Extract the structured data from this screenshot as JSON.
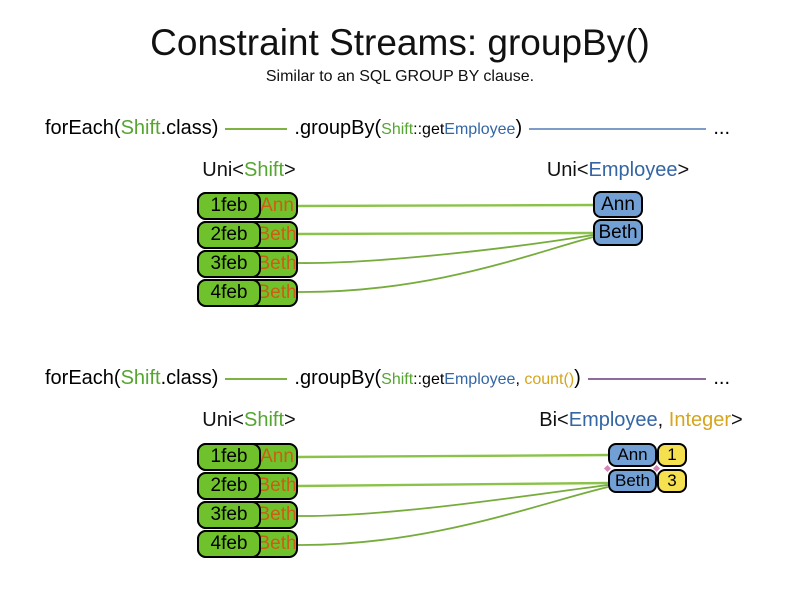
{
  "title": "Constraint Streams: groupBy()",
  "subtitle": "Similar to an SQL GROUP BY clause.",
  "colors": {
    "green_text": "#55A630",
    "blue_text": "#3465A4",
    "orange_text": "#CC5E14",
    "gold_text": "#D6A51C",
    "box_green": "#6FC22B",
    "box_blue": "#72A0D4",
    "box_yellow": "#F5E050",
    "line_green": "#7CB342",
    "line_blue": "#7E9CC9",
    "line_purple": "#8E6A9D"
  },
  "d1": {
    "code": {
      "fe_pre": "forEach(",
      "fe_cls": "Shift",
      "fe_post": ".class)",
      "gb": ".groupBy(",
      "a1_cls": "Shift",
      "a1_get": "::get",
      "a1_typ": "Employee",
      "close": ")",
      "dots": "..."
    },
    "label_left": {
      "pre": "Uni<",
      "val": "Shift",
      "post": ">"
    },
    "label_right": {
      "pre": "Uni<",
      "val": "Employee",
      "post": ">"
    },
    "rows": [
      {
        "date": "1feb",
        "name": "Ann"
      },
      {
        "date": "2feb",
        "name": "Beth"
      },
      {
        "date": "3feb",
        "name": "Beth"
      },
      {
        "date": "4feb",
        "name": "Beth"
      }
    ],
    "out": [
      {
        "name": "Ann"
      },
      {
        "name": "Beth"
      }
    ]
  },
  "d2": {
    "code": {
      "fe_pre": "forEach(",
      "fe_cls": "Shift",
      "fe_post": ".class)",
      "gb": ".groupBy(",
      "a1_cls": "Shift",
      "a1_get": "::get",
      "a1_typ": "Employee",
      "comma": ", ",
      "a2": "count()",
      "close": ")",
      "dots": "..."
    },
    "label_left": {
      "pre": "Uni<",
      "val": "Shift",
      "post": ">"
    },
    "label_right": {
      "pre": "Bi<",
      "val": "Employee",
      "comma": ", ",
      "val2": "Integer",
      "post": ">"
    },
    "rows": [
      {
        "date": "1feb",
        "name": "Ann"
      },
      {
        "date": "2feb",
        "name": "Beth"
      },
      {
        "date": "3feb",
        "name": "Beth"
      },
      {
        "date": "4feb",
        "name": "Beth"
      }
    ],
    "out": [
      {
        "name": "Ann",
        "count": "1"
      },
      {
        "name": "Beth",
        "count": "3"
      }
    ]
  }
}
